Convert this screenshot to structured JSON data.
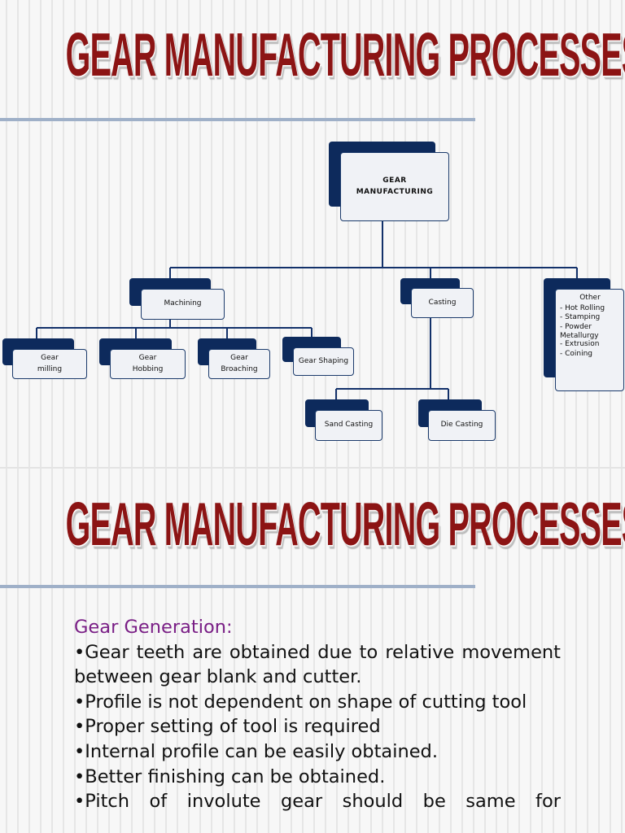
{
  "slides": [
    {
      "title": "GEAR MANUFACTURING PROCESSES",
      "diagram": {
        "root": {
          "line1": "GEAR",
          "line2": "MANUFACTURING"
        },
        "machining": {
          "label": "Machining",
          "children": [
            {
              "line1": "Gear",
              "line2": "milling"
            },
            {
              "line1": "Gear",
              "line2": "Hobbing"
            },
            {
              "line1": "Gear",
              "line2": "Broaching"
            },
            {
              "line1": "Gear Shaping"
            }
          ]
        },
        "casting": {
          "label": "Casting",
          "children": [
            "Sand Casting",
            "Die Casting"
          ]
        },
        "other": {
          "label": "Other",
          "items": [
            "- Hot Rolling",
            "- Stamping",
            "- Powder",
            "Metallurgy",
            "- Extrusion",
            "- Coining"
          ]
        }
      }
    },
    {
      "title": "GEAR MANUFACTURING PROCESSES",
      "subheading": "Gear Generation:",
      "bullets": [
        "•Gear teeth are obtained due to relative movement between gear blank and cutter.",
        "•Profile is not dependent on shape of cutting tool",
        "•Proper setting of tool is required",
        "•Internal profile can be easily obtained.",
        "•Better finishing can be obtained.",
        "•Pitch of involute gear should be same for"
      ]
    }
  ]
}
